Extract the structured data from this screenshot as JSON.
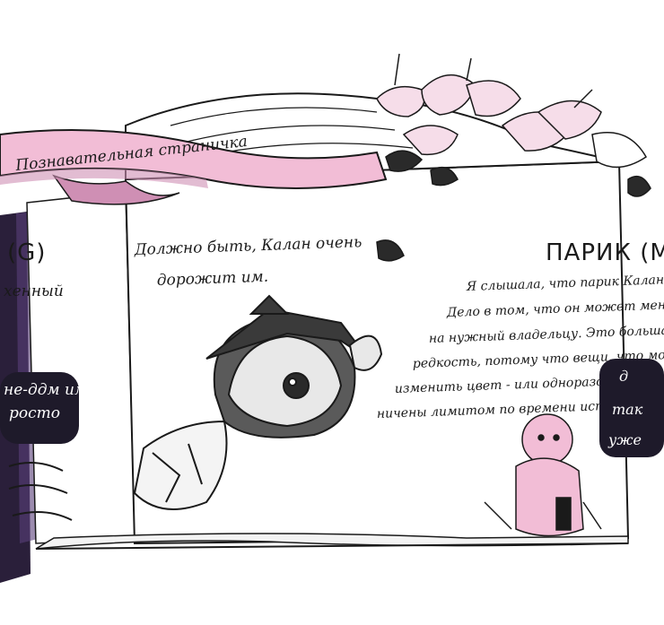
{
  "ribbon": {
    "label": "Познавательная страничка"
  },
  "left_page": {
    "title_fragment": "(G)",
    "lines": [
      "хенный",
      "не-ддм им",
      "росто"
    ]
  },
  "speech": {
    "line1": "Должно быть, Калан очень",
    "line2": "дорожит им."
  },
  "right_page": {
    "title": "ПАРИК (М",
    "lines": [
      "Я слышала, что парик Калан - осо",
      "Дело в том, что он может менять цве",
      "на нужный владельцу. Это большая",
      "редкость, потому что вещи, что могут",
      "изменить цвет - или одноразовые, или огра-",
      "ничены лимитом по времени использования."
    ],
    "edge_lines": [
      "д",
      "так",
      "уже"
    ]
  },
  "colors": {
    "ribbon": "#f2bdd6",
    "ribbon_dark": "#cf8fb4",
    "ink": "#1a1a1a",
    "flower": "#f6dde9",
    "cover_purple": "#2a1f3a"
  },
  "icons": {
    "flowers": "lily-flowers-icon",
    "character": "chibi-character-icon",
    "doll": "pink-doll-icon"
  }
}
